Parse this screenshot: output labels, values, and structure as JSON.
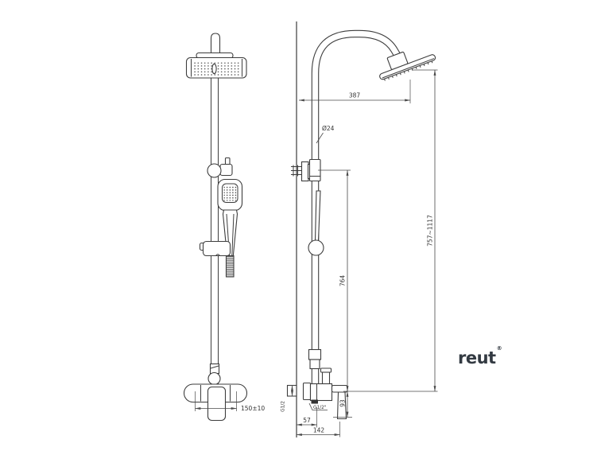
{
  "drawing": {
    "title": "shower-column-technical-drawing",
    "logo": {
      "text": "reut",
      "mark": "®"
    },
    "dimensions": {
      "head_reach": "387",
      "pipe_diameter": "Ø24",
      "height_range": "757~1117",
      "bar_height": "764",
      "handle_drop": "93",
      "outlet_offset": "57",
      "valve_depth": "142",
      "wall_centers": "150±10",
      "supply_thread": "G1/2",
      "outlet_thread": "G1/2\""
    },
    "colors": {
      "line": "#3d3d3d",
      "dimension_line": "#4a4a4a",
      "logo": "#333a42",
      "background": "#ffffff"
    }
  }
}
